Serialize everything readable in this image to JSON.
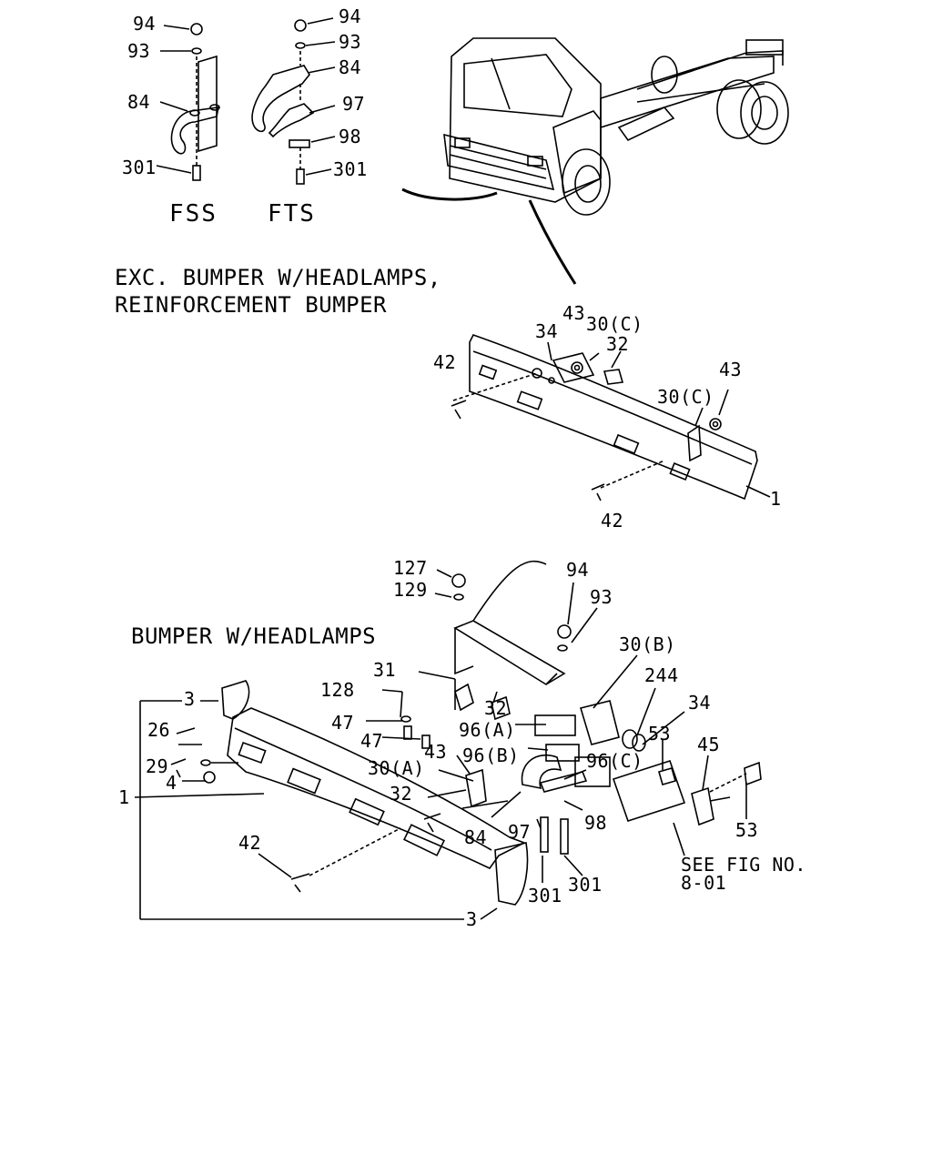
{
  "variants": {
    "fss": "FSS",
    "fts": "FTS"
  },
  "sections": {
    "exc_title_line1": "EXC. BUMPER W/HEADLAMPS,",
    "exc_title_line2": "REINFORCEMENT BUMPER",
    "headlamp_title": "BUMPER W/HEADLAMPS"
  },
  "reference": {
    "line1": "SEE FIG NO.",
    "line2": "8-01"
  },
  "labels": {
    "fss_94": "94",
    "fss_93": "93",
    "fss_84": "84",
    "fss_301": "301",
    "fts_94": "94",
    "fts_93": "93",
    "fts_84": "84",
    "fts_97": "97",
    "fts_98": "98",
    "fts_301": "301",
    "e_34": "34",
    "e_43a": "43",
    "e_30c_a": "30(C)",
    "e_32": "32",
    "e_42a": "42",
    "e_43b": "43",
    "e_30c_b": "30(C)",
    "e_1": "1",
    "e_42b": "42",
    "h_127": "127",
    "h_129": "129",
    "h_94": "94",
    "h_93": "93",
    "h_30b": "30(B)",
    "h_31": "31",
    "h_128": "128",
    "h_244": "244",
    "h_34": "34",
    "h_3a": "3",
    "h_32a": "32",
    "h_47a": "47",
    "h_96a": "96(A)",
    "h_53a": "53",
    "h_45": "45",
    "h_26": "26",
    "h_47b": "47",
    "h_96b": "96(B)",
    "h_43": "43",
    "h_29": "29",
    "h_30a": "30(A)",
    "h_96c": "96(C)",
    "h_4": "4",
    "h_1": "1",
    "h_32b": "32",
    "h_53b": "53",
    "h_84": "84",
    "h_97": "97",
    "h_98": "98",
    "h_42": "42",
    "h_301a": "301",
    "h_301b": "301",
    "h_3b": "3"
  }
}
